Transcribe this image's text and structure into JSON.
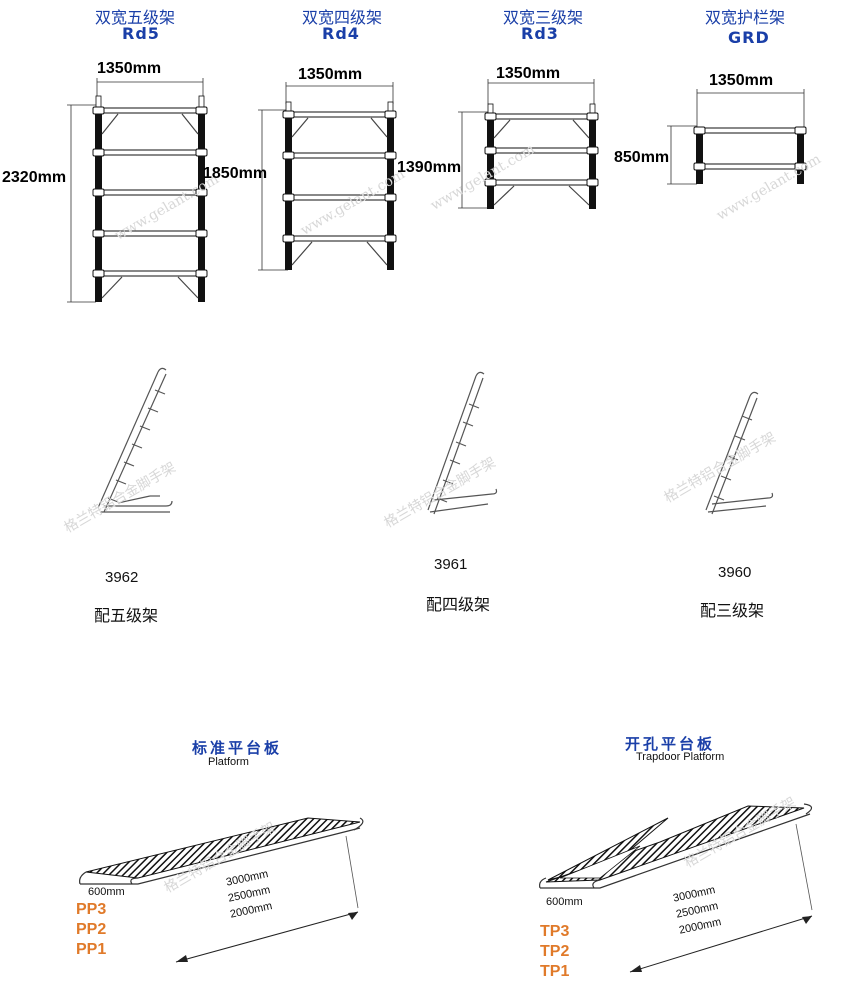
{
  "frames": [
    {
      "title_cn": "双宽五级架",
      "code": "Rd5",
      "width": "1350mm",
      "height": "2320mm"
    },
    {
      "title_cn": "双宽四级架",
      "code": "Rd4",
      "width": "1350mm",
      "height": "1850mm"
    },
    {
      "title_cn": "双宽三级架",
      "code": "Rd3",
      "width": "1350mm",
      "height": "1390mm"
    },
    {
      "title_cn": "双宽护栏架",
      "code": "GRD",
      "width": "1350mm",
      "height": "850mm"
    }
  ],
  "ladders": [
    {
      "number": "3962",
      "label_cn": "配五级架"
    },
    {
      "number": "3961",
      "label_cn": "配四级架"
    },
    {
      "number": "3960",
      "label_cn": "配三级架"
    }
  ],
  "platforms": [
    {
      "title_cn": "标准平台板",
      "title_en": "Platform",
      "width": "600mm",
      "lengths": [
        "3000mm",
        "2500mm",
        "2000mm"
      ],
      "codes": [
        "PP3",
        "PP2",
        "PP1"
      ]
    },
    {
      "title_cn": "开孔平台板",
      "title_en": "Trapdoor  Platform",
      "width": "600mm",
      "lengths": [
        "3000mm",
        "2500mm",
        "2000mm"
      ],
      "codes": [
        "TP3",
        "TP2",
        "TP1"
      ]
    }
  ],
  "watermark": {
    "url": "www.gelant.com",
    "cn": "格兰特铝合金脚手架"
  }
}
